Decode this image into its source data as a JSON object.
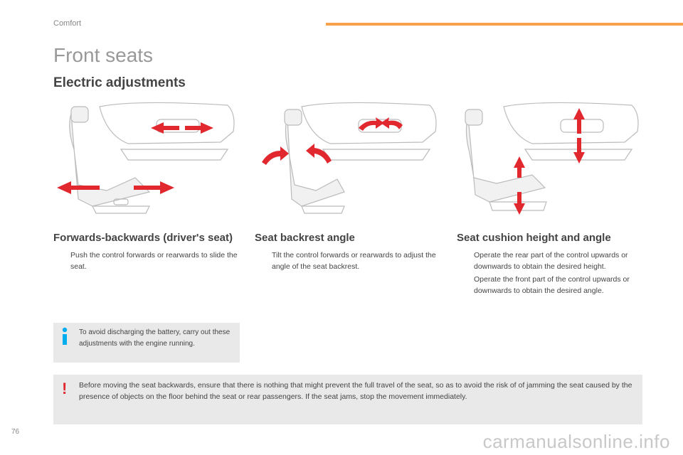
{
  "header": {
    "section": "Comfort",
    "title": "Front seats",
    "subtitle": "Electric adjustments"
  },
  "colors": {
    "accent_bar": "#f7a14a",
    "arrow": "#e0282e",
    "box_bg": "#e9e9e9",
    "warning_icon": "#e0282e",
    "info_icon": "#00aeef"
  },
  "columns": [
    {
      "heading": "Forwards-backwards (driver's seat)",
      "items": [
        "Push the control forwards or rearwards to slide the seat."
      ]
    },
    {
      "heading": "Seat backrest angle",
      "items": [
        "Tilt the control forwards or rearwards to adjust the angle of the seat backrest."
      ]
    },
    {
      "heading": "Seat cushion height and angle",
      "items": [
        "Operate the rear part of the control upwards or downwards to obtain the desired height.",
        "Operate the front part of the control upwards or downwards to obtain the desired angle."
      ]
    }
  ],
  "bullet_glyph": "",
  "info": {
    "icon": "info-icon",
    "text": "To avoid discharging the battery, carry out these adjustments with the engine running."
  },
  "warning": {
    "icon": "warning-icon",
    "glyph": "!",
    "text": "Before moving the seat backwards, ensure that there is nothing that might prevent the full travel of the seat, so as to avoid the risk of of jamming the seat caused by the presence of objects on the floor behind the seat or rear passengers. If the seat jams, stop the movement immediately."
  },
  "footer": {
    "page_number": "76",
    "watermark": "carmanualsonline.info"
  }
}
